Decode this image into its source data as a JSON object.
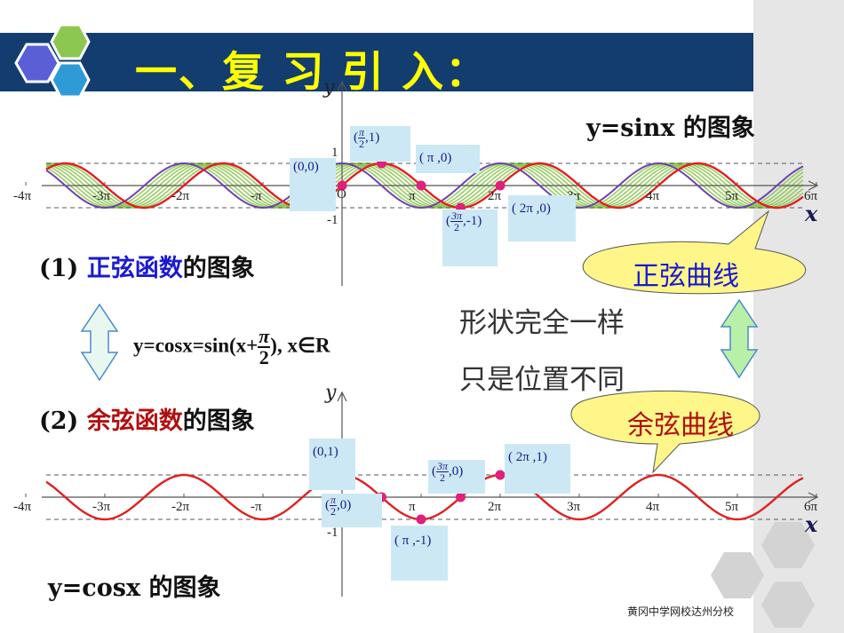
{
  "header": {
    "title": "一、复 习 引 入：",
    "bar_color": "#133d6e",
    "title_color": "#ffff00"
  },
  "sine": {
    "graph_label": "y=sinx 的图象",
    "heading_prefix": "(1) ",
    "heading_highlight": "正弦函数",
    "heading_suffix": "的图象",
    "callout": "正弦曲线",
    "axis_y": "y",
    "axis_x": "x",
    "y_one": "1",
    "y_neg_one": "-1",
    "origin": "O",
    "ticks": [
      "-4π",
      "-3π",
      "-2π",
      "-π",
      "π",
      "2π",
      "3π",
      "4π",
      "5π",
      "6π"
    ],
    "points": [
      {
        "text": "(0,0)"
      },
      {
        "open": "(",
        "num": "π",
        "den": "2",
        "close": ",1)"
      },
      {
        "text": "( π ,0)"
      },
      {
        "open": "(",
        "num": "3π",
        "den": "2",
        "close": ",-1)"
      },
      {
        "text": "( 2π ,0)"
      }
    ]
  },
  "relation": {
    "lhs": "y=cosx=sin(x+",
    "frac_num": "π",
    "frac_den": "2",
    "rhs": "),  x∈R",
    "line1": "形状完全一样",
    "line2": "只是位置不同"
  },
  "cosine": {
    "graph_label": "y=cosx 的图象",
    "heading_prefix": "(2) ",
    "heading_highlight": "余弦函数",
    "heading_suffix": "的图象",
    "callout": "余弦曲线",
    "axis_y": "y",
    "axis_x": "x",
    "y_neg_one": "-1",
    "ticks": [
      "-4π",
      "-3π",
      "-2π",
      "-π",
      "π",
      "2π",
      "3π",
      "4π",
      "5π",
      "6π"
    ],
    "points": [
      {
        "text": "(0,1)"
      },
      {
        "open": "(",
        "num": "π",
        "den": "2",
        "close": ",0)"
      },
      {
        "text": "( π ,-1)"
      },
      {
        "open": "(",
        "num": "3π",
        "den": "2",
        "close": ",0)"
      },
      {
        "text": "( 2π ,1)"
      }
    ]
  },
  "footer": {
    "school": "黄冈中学网校达州分校"
  },
  "colors": {
    "sine_curve": "#e02020",
    "shift_curve": "#7040b0",
    "band": "#8cc850",
    "point": "#e0207a",
    "highlight_blue": "#1a1ad0",
    "highlight_red": "#b01010",
    "callout_fill": "#fff68a"
  }
}
